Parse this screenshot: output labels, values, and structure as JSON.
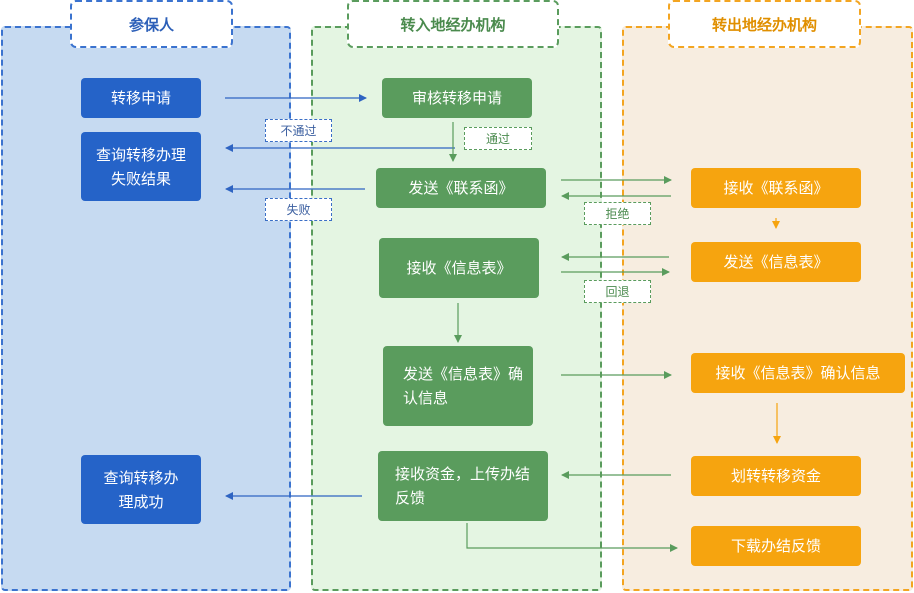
{
  "lanes": {
    "insured": "参保人",
    "transfer_in": "转入地经办机构",
    "transfer_out": "转出地经办机构"
  },
  "insured": {
    "apply": "转移申请",
    "query_failed": "查询转移办理失败结果",
    "query_success": "查询转移办理成功"
  },
  "transfer_in": {
    "review": "审核转移申请",
    "send_letter": "发送《联系函》",
    "receive_form": "接收《信息表》",
    "send_form_confirm": "发送《信息表》确认信息",
    "receive_funds": "接收资金，上传办结反馈"
  },
  "transfer_out": {
    "receive_letter": "接收《联系函》",
    "send_form": "发送《信息表》",
    "receive_form_confirm": "接收《信息表》确认信息",
    "transfer_funds": "划转转移资金",
    "download_feedback": "下载办结反馈"
  },
  "labels": {
    "not_passed": "不通过",
    "passed": "通过",
    "failed": "失败",
    "rejected": "拒绝",
    "returned": "回退"
  },
  "colors": {
    "blue": "#2563c8",
    "green": "#5a9c5d",
    "orange": "#f6a40f",
    "lane_blue_bg": "#c6daf1",
    "lane_green_bg": "#e4f5e2",
    "lane_orange_bg": "#f7ede0"
  }
}
